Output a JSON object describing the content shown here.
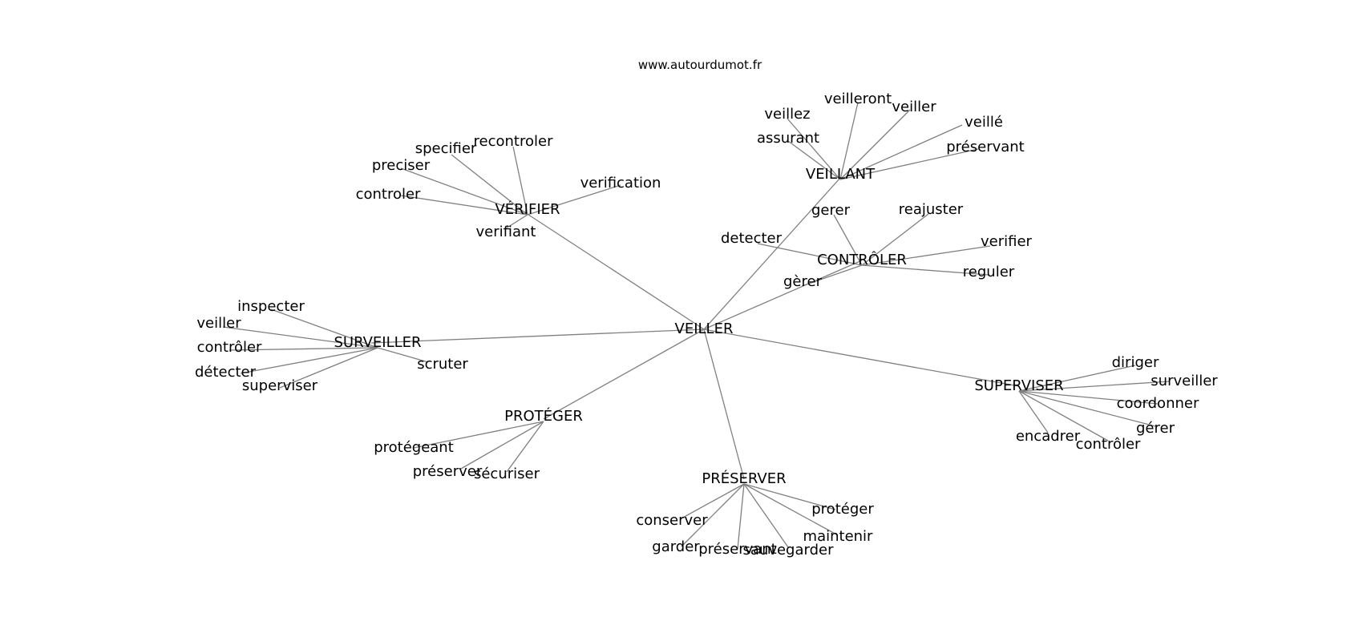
{
  "header": {
    "site": "www.autourdumot.fr"
  },
  "colors": {
    "edge": "#808080",
    "text": "#000000",
    "background": "#ffffff"
  },
  "graph": {
    "center": "VEILLER",
    "clusters": [
      {
        "hub": "VÉRIFIER",
        "leaves": [
          "specifier",
          "recontroler",
          "preciser",
          "controler",
          "verification",
          "verifiant"
        ]
      },
      {
        "hub": "VEILLANT",
        "leaves": [
          "veillez",
          "veilleront",
          "veiller",
          "veillé",
          "assurant",
          "préservant"
        ]
      },
      {
        "hub": "CONTRÔLER",
        "leaves": [
          "gerer",
          "reajuster",
          "detecter",
          "verifier",
          "reguler",
          "gèrer"
        ]
      },
      {
        "hub": "SURVEILLER",
        "leaves": [
          "inspecter",
          "veiller",
          "contrôler",
          "détecter",
          "superviser",
          "scruter"
        ]
      },
      {
        "hub": "SUPERVISER",
        "leaves": [
          "diriger",
          "surveiller",
          "coordonner",
          "gérer",
          "encadrer",
          "contrôler"
        ]
      },
      {
        "hub": "PROTÉGER",
        "leaves": [
          "protégeant",
          "préserver",
          "sécuriser"
        ]
      },
      {
        "hub": "PRÉSERVER",
        "leaves": [
          "conserver",
          "protéger",
          "maintenir",
          "garder",
          "préservant",
          "sauvegarder"
        ]
      }
    ]
  }
}
